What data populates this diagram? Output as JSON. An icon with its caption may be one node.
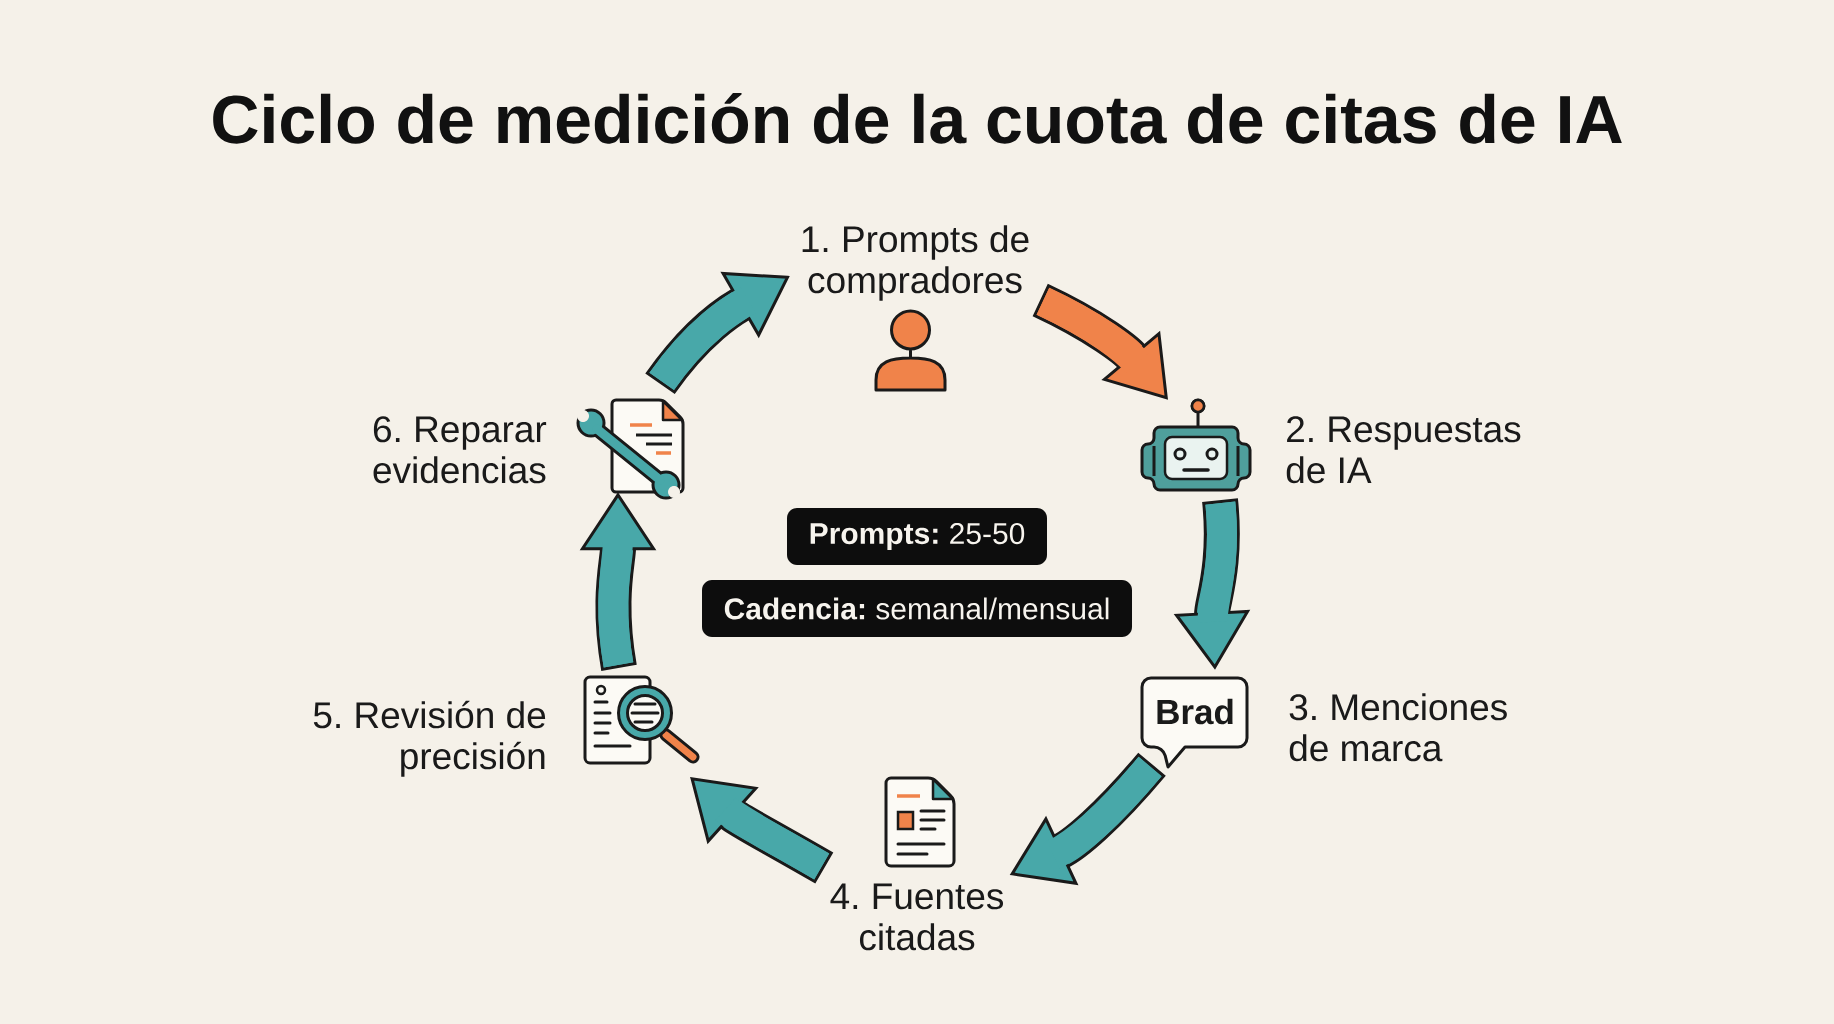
{
  "diagram": {
    "title": "Ciclo de medición de la cuota de citas de IA",
    "nodes": [
      {
        "text": [
          "1. Prompts de compradores"
        ]
      },
      {
        "text": [
          "2. Respuestas de IA"
        ]
      },
      {
        "text": [
          "3. Menciones de marca"
        ]
      },
      {
        "text": [
          "4. Fuentes citadas"
        ]
      },
      {
        "text": [
          "5. Revisión de precisión"
        ]
      },
      {
        "text": [
          "6. Reparar evidencias"
        ]
      },
      {
        "text": [
          "**Prompts:** 25-50"
        ]
      },
      {
        "text": [
          "**Cadencia:** semanal/mensual"
        ]
      }
    ],
    "edges": [
      {
        "from": 0,
        "to": 1,
        "arrow": "to",
        "color": "#f0834a"
      },
      {
        "from": 1,
        "to": 2,
        "arrow": "to"
      },
      {
        "from": 2,
        "to": 3,
        "arrow": "to"
      },
      {
        "from": 3,
        "to": 4,
        "arrow": "to"
      },
      {
        "from": 4,
        "to": 5,
        "arrow": "to"
      },
      {
        "from": 5,
        "to": 0,
        "arrow": "to"
      }
    ],
    "labels": [
      "Brad"
    ]
  }
}
